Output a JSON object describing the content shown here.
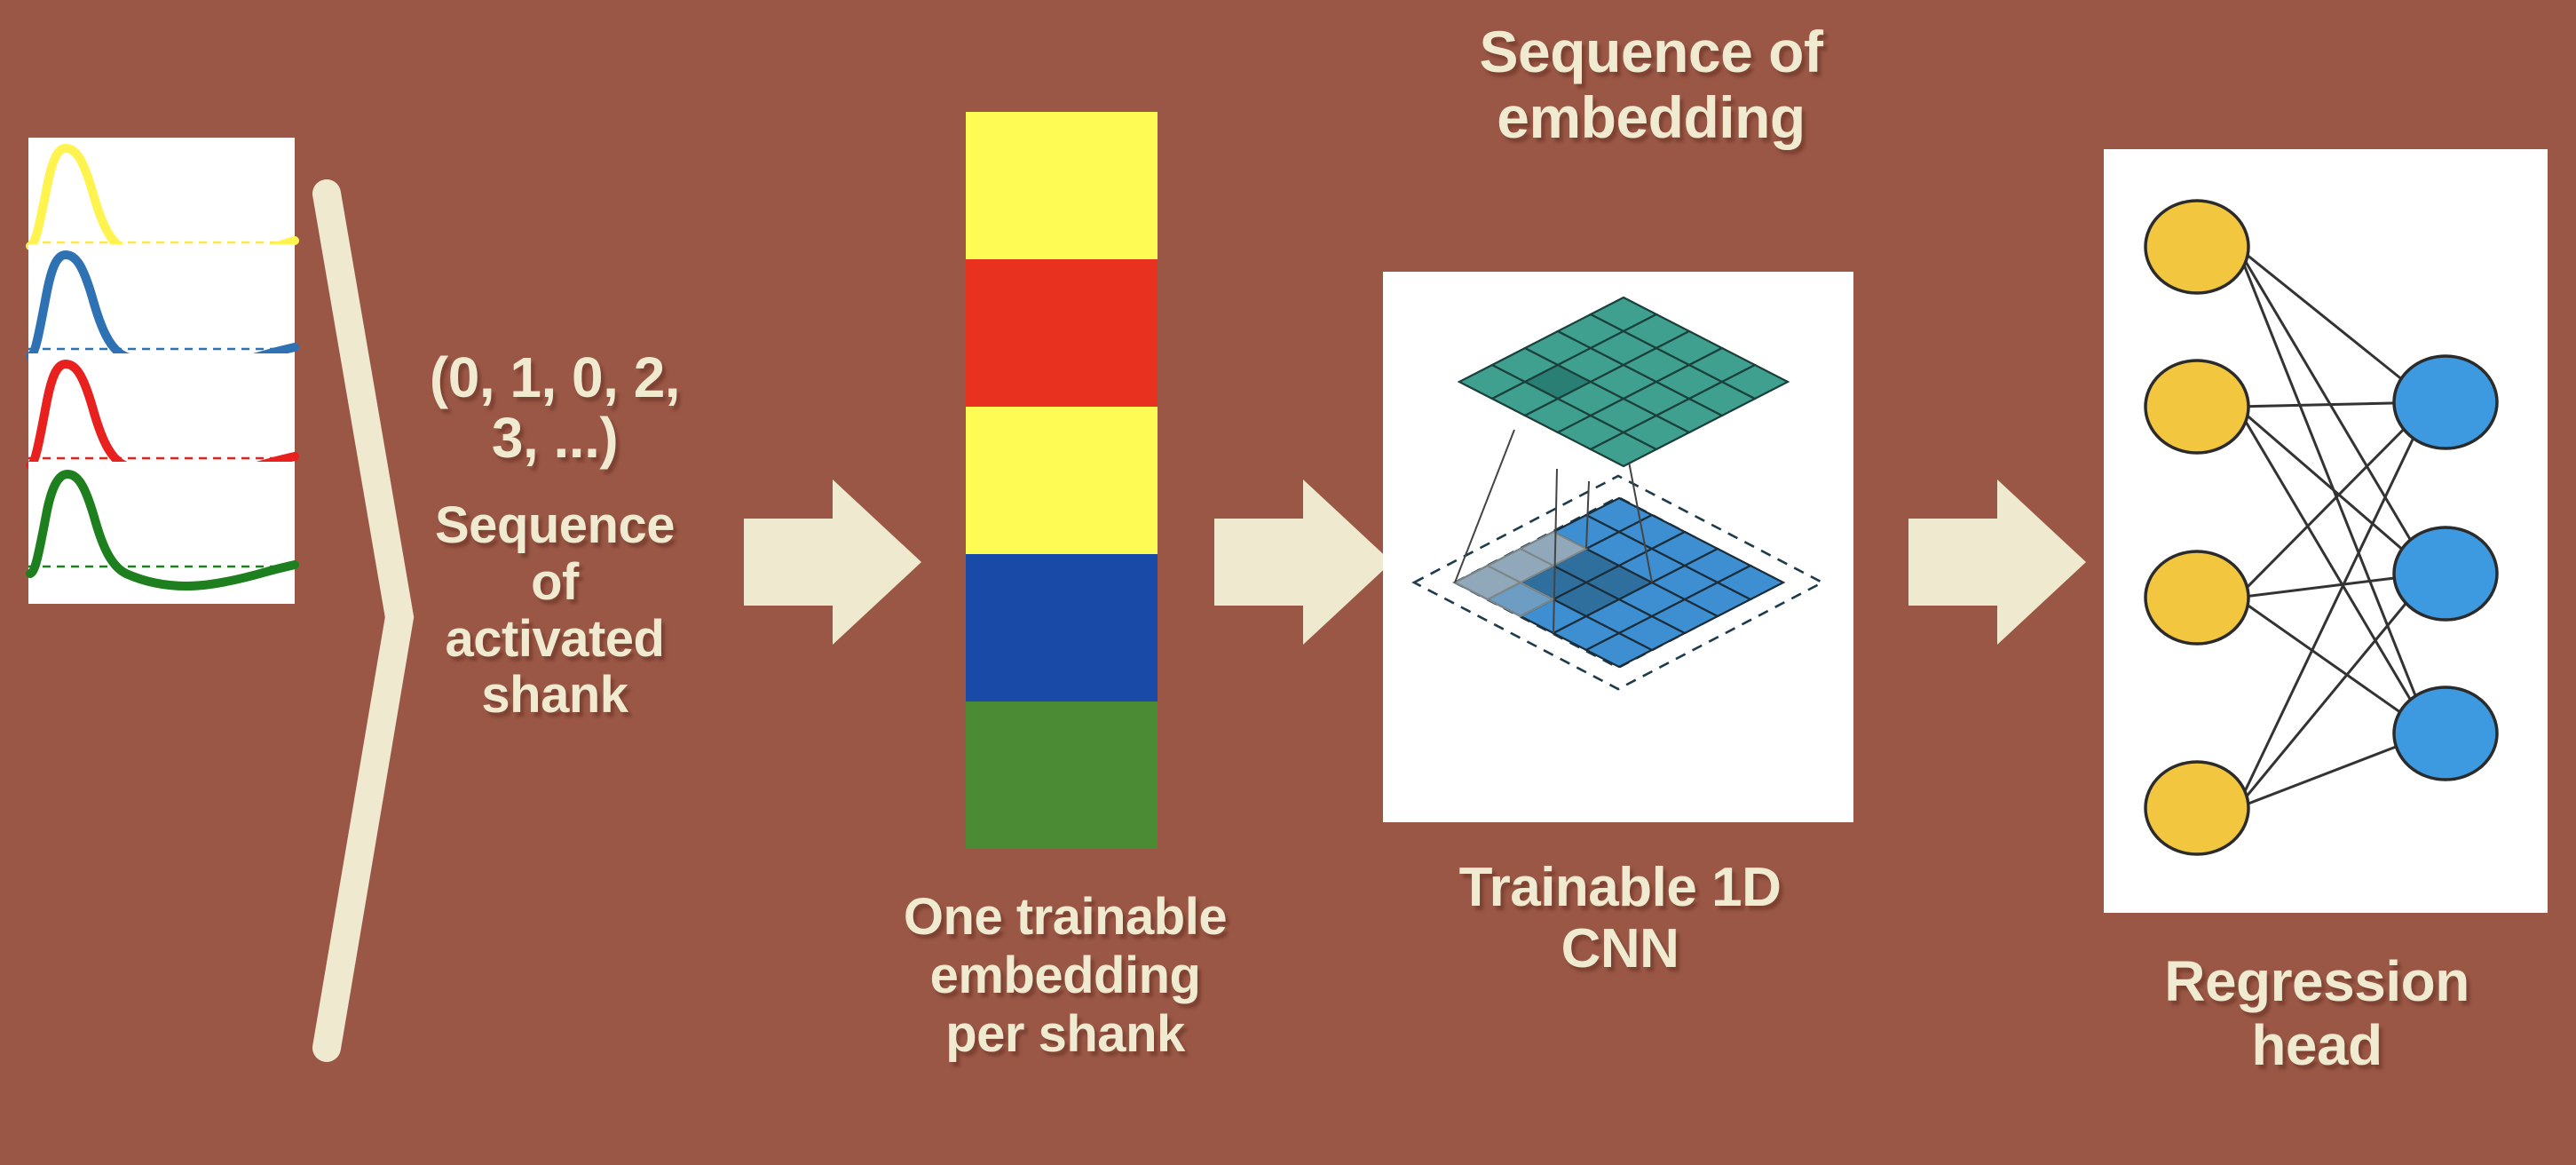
{
  "theme": {
    "background": "#9a5745",
    "cream": "#f0ead0",
    "panel_white": "#ffffff",
    "outline": "#2b2b2b"
  },
  "diagram": {
    "title": "Neural network pipeline from shank waveforms to regression head",
    "pipeline_steps": [
      "waveforms",
      "sequence-of-activated-shank",
      "trainable-embedding",
      "trainable-1d-cnn",
      "regression-head"
    ]
  },
  "waveforms": {
    "panel_count": 4,
    "traces": [
      {
        "name": "shank-0",
        "color": "#fff44f",
        "baseline_dash_color": "#ffe74a"
      },
      {
        "name": "shank-1",
        "color": "#2f72b4",
        "baseline_dash_color": "#2f72b4"
      },
      {
        "name": "shank-2",
        "color": "#e8201e",
        "baseline_dash_color": "#e8201e"
      },
      {
        "name": "shank-3",
        "color": "#1d7f1d",
        "baseline_dash_color": "#1d7f1d"
      }
    ]
  },
  "labels": {
    "sequence_tuple": "(0, 1, 0, 2,\n3,  ...)",
    "sequence_of_activated_shank": "Sequence\nof\nactivated\nshank",
    "one_trainable_embedding_per_shank": "One trainable\nembedding\nper shank",
    "sequence_of_embedding": "Sequence of\nembedding",
    "trainable_1d_cnn": "Trainable 1D\nCNN",
    "regression_head": "Regression\nhead"
  },
  "embedding": {
    "description": "Column of colored embedding bands, one per shank token",
    "bands": [
      {
        "name": "band-yellow-1",
        "color": "#fffb55"
      },
      {
        "name": "band-red",
        "color": "#e8311f"
      },
      {
        "name": "band-yellow-2",
        "color": "#fffb55"
      },
      {
        "name": "band-blue",
        "color": "#1a4aa8"
      },
      {
        "name": "band-green",
        "color": "#4b8b33"
      }
    ]
  },
  "cnn": {
    "output_grid": {
      "rows": 5,
      "cols": 5,
      "color": "#3fa08f",
      "highlight_color": "#2a7f74"
    },
    "input_grid": {
      "rows": 5,
      "cols": 5,
      "color": "#3d8fd1",
      "highlight_color": "#2f6f9e"
    },
    "padding_style": "dashed",
    "receptive_field_color": "#a8b0b2"
  },
  "regression_head": {
    "input_layer": {
      "name": "input-layer",
      "node_count": 4,
      "color": "#f2c63f"
    },
    "output_layer": {
      "name": "output-layer",
      "node_count": 3,
      "color": "#3d9ae0"
    },
    "edge_color": "#333333",
    "fully_connected": true
  },
  "arrows": {
    "count": 3,
    "color": "#efe9cf",
    "names": [
      "arrow-sequence-to-embedding",
      "arrow-embedding-to-cnn",
      "arrow-cnn-to-regression"
    ]
  }
}
